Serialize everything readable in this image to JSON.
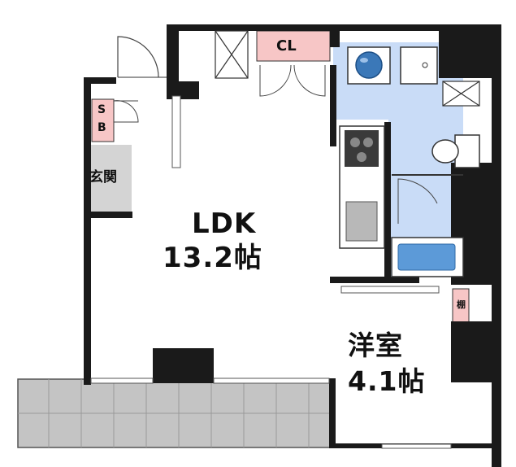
{
  "rooms": {
    "ldk": {
      "name": "LDK",
      "size": "13.2帖"
    },
    "western": {
      "name": "洋室",
      "size": "4.1帖"
    }
  },
  "storage": {
    "closet": "CL",
    "shoe_box_line1": "S",
    "shoe_box_line2": "B",
    "shelf": "棚"
  },
  "entrance": "玄関",
  "colors": {
    "wall": "#1a1a1a",
    "wet_area": "#c9dcf7",
    "storage": "#f7c6c6",
    "entrance_floor": "#d4d4d4",
    "balcony": "#c4c4c4",
    "fixture": "#b8b8b8"
  }
}
